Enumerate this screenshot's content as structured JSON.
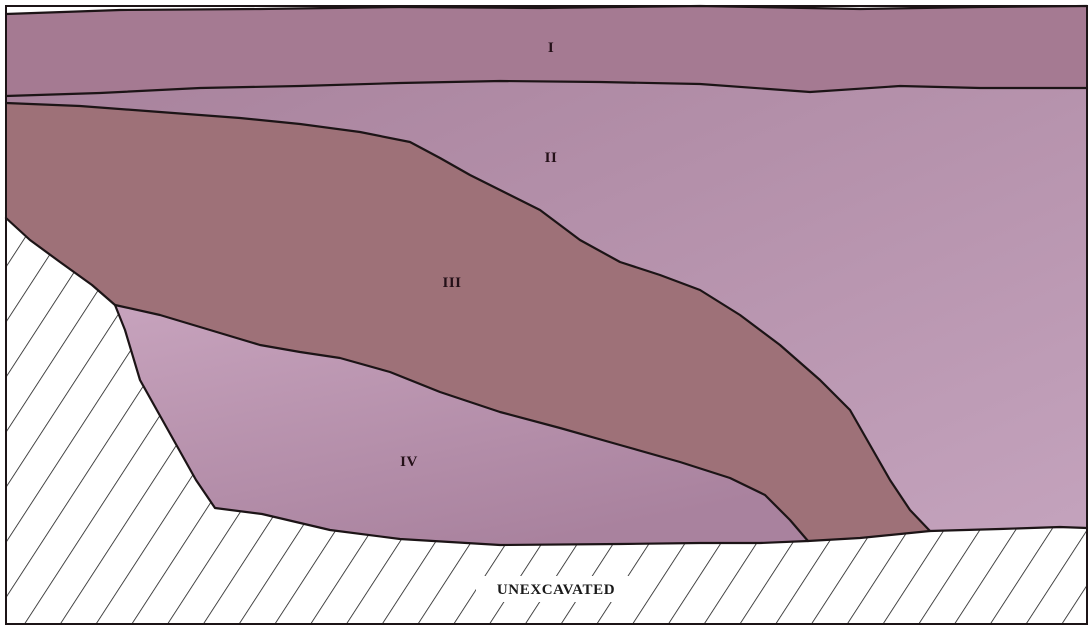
{
  "layers": [
    {
      "id": "layer-1",
      "label": "I",
      "color": "#a57a92"
    },
    {
      "id": "layer-2",
      "label": "II",
      "color": "#b08ea8"
    },
    {
      "id": "layer-3",
      "label": "III",
      "color": "#9e7178"
    },
    {
      "id": "layer-4",
      "label": "IV",
      "color": "#b893b1"
    }
  ],
  "unexcavated": {
    "label": "UNEXCAVATED",
    "fill": "#ffffff",
    "hatch_color": "#1a1a1a"
  }
}
